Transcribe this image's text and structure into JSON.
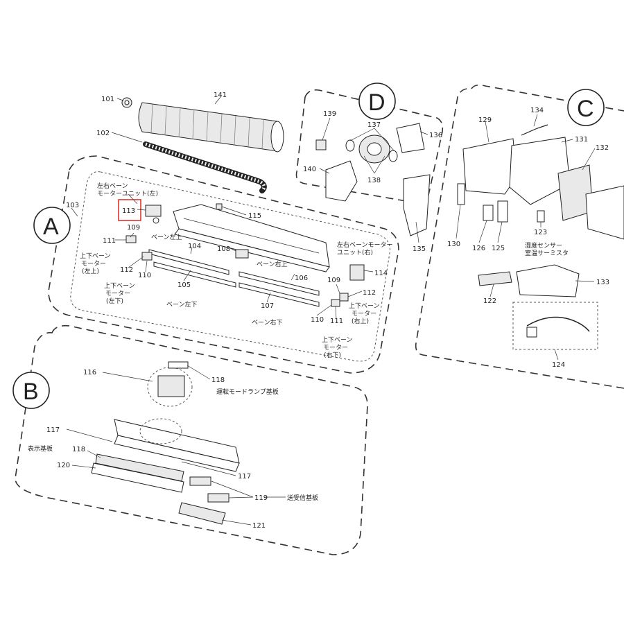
{
  "sections": {
    "A": "A",
    "B": "B",
    "C": "C",
    "D": "D"
  },
  "colors": {
    "highlight_box": "#e0312f",
    "line": "#222222"
  },
  "parts": {
    "p101": "101",
    "p102": "102",
    "p103": "103",
    "p104": "104",
    "p105": "105",
    "p106": "106",
    "p107": "107",
    "p108": "108",
    "p109a": "109",
    "p109b": "109",
    "p110a": "110",
    "p110b": "110",
    "p111a": "111",
    "p111b": "111",
    "p112a": "112",
    "p112b": "112",
    "p113": "113",
    "p114": "114",
    "p115": "115",
    "p116": "116",
    "p117a": "117",
    "p117b": "117",
    "p118a": "118",
    "p118b": "118",
    "p119": "119",
    "p120": "120",
    "p121": "121",
    "p122": "122",
    "p123": "123",
    "p124": "124",
    "p125": "125",
    "p126": "126",
    "p129": "129",
    "p130": "130",
    "p131": "131",
    "p132": "132",
    "p133": "133",
    "p134": "134",
    "p135": "135",
    "p136": "136",
    "p137": "137",
    "p138": "138",
    "p139": "139",
    "p140": "140",
    "p141": "141"
  },
  "labels": {
    "lr_vane_motor_unit_left_1": "左右ベーン",
    "lr_vane_motor_unit_left_2": "モーターユニット(左)",
    "ud_vane_motor_left_upper_1": "上下ベーン",
    "ud_vane_motor_left_upper_2": "モーター",
    "ud_vane_motor_left_upper_3": "(左上)",
    "ud_vane_motor_left_lower_1": "上下ベーン",
    "ud_vane_motor_left_lower_2": "モーター",
    "ud_vane_motor_left_lower_3": "(左下)",
    "vane_left_upper": "ベーン左上",
    "vane_left_lower": "ベーン左下",
    "vane_right_upper": "ベーン右上",
    "vane_right_lower": "ベーン右下",
    "lr_vane_motor_unit_right_1": "左右ベーンモーター",
    "lr_vane_motor_unit_right_2": "ユニット(右)",
    "ud_vane_motor_right_upper_1": "上下ベーン",
    "ud_vane_motor_right_upper_2": "モーター",
    "ud_vane_motor_right_upper_3": "(右上)",
    "ud_vane_motor_right_lower_1": "上下ベーン",
    "ud_vane_motor_right_lower_2": "モーター",
    "ud_vane_motor_right_lower_3": "(右下)",
    "mode_lamp_board": "運転モードランプ基板",
    "display_board": "表示基板",
    "transceiver_board": "送受信基板",
    "humidity_sensor": "湿度センサー",
    "room_thermistor": "室温サーミスタ"
  }
}
